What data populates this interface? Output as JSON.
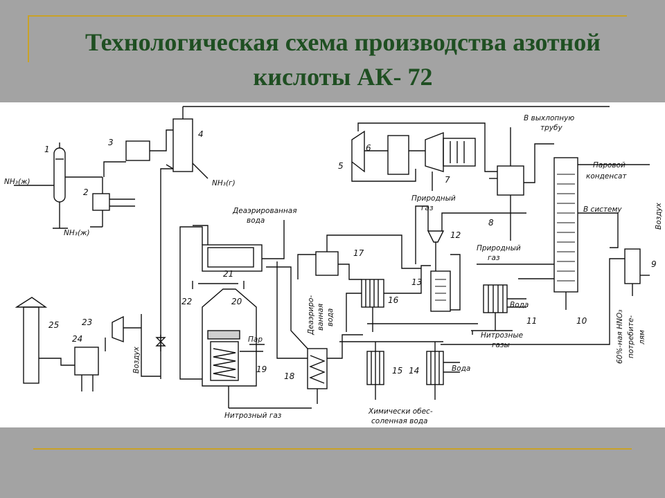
{
  "slide": {
    "title_line1": "Технологическая схема производства азотной",
    "title_line2": "кислоты АК- 72"
  },
  "numbers": [
    "1",
    "2",
    "3",
    "4",
    "5",
    "6",
    "7",
    "8",
    "9",
    "10",
    "11",
    "12",
    "13",
    "14",
    "15",
    "16",
    "17",
    "18",
    "19",
    "20",
    "21",
    "22",
    "23",
    "24",
    "25"
  ],
  "labels": {
    "nh3_liquid_in": "NH₃(ж)",
    "nh3_liquid_out": "NH₃(ж)",
    "nh3_gas": "NH₃(г)",
    "exhaust_1": "В выхлопную",
    "exhaust_2": "трубу",
    "natural_gas_7_1": "Природный",
    "natural_gas_7_2": "газ",
    "natural_gas_8_1": "Природный",
    "natural_gas_8_2": "газ",
    "steam_condensate_1": "Паровой",
    "steam_condensate_2": "конденсат",
    "to_system": "В систему",
    "air_right": "Воздух",
    "deaerated_1": "Деаэрированная",
    "deaerated_2": "вода",
    "deaerated_vert_1": "Деаэриро-",
    "deaerated_vert_2": "ванная",
    "deaerated_vert_3": "вода",
    "steam": "Пар",
    "water_11": "Вода",
    "water_14": "Вода",
    "nitrous_gases_1": "Нитрозные",
    "nitrous_gases_2": "газы",
    "nitrous_gas": "Нитрозный газ",
    "chem_water_1": "Химически обес-",
    "chem_water_2": "соленная вода",
    "acid_1": "60%-ная HNO₃",
    "acid_2": "потребите-",
    "acid_3": "лям",
    "air_left": "Воздух"
  }
}
